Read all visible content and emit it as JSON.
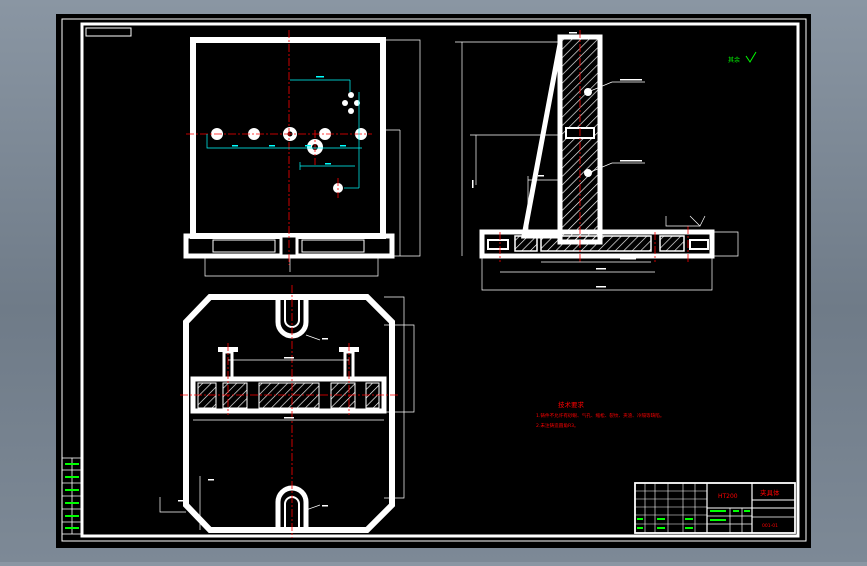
{
  "colors": {
    "viewport_bg": "#000000",
    "frame": "#ffffff",
    "centerline": "#ff0000",
    "dimension": "#00ffff",
    "note_text": "#ff0000",
    "table_text": "#00ff00",
    "title_text": "#ff0000"
  },
  "drawing": {
    "technical_requirements_title": "技术要求",
    "requirements": [
      "1.铸件不允许有砂眼、气孔、缩松、裂纹、夹渣、冷隔等缺陷。",
      "2.未注铸造圆角R3。"
    ],
    "roughness_label": "其余"
  },
  "title_block": {
    "part_name": "夹具体",
    "material": "HT200",
    "code": "001-01"
  },
  "icons": [
    "roughness-symbol-icon",
    "section-hatch-pattern",
    "center-hole-icon"
  ]
}
